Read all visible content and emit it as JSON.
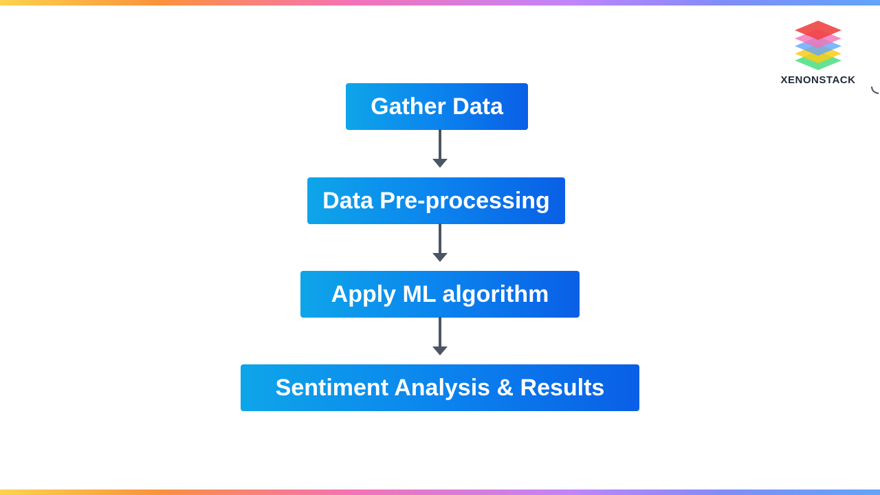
{
  "brand": {
    "name": "XENONSTACK",
    "logo_icon": "layered-stack-icon"
  },
  "flow": {
    "steps": [
      {
        "label": "Gather Data"
      },
      {
        "label": "Data Pre-processing"
      },
      {
        "label": "Apply ML algorithm"
      },
      {
        "label": "Sentiment Analysis & Results"
      }
    ],
    "connector_icon": "down-arrow-icon"
  },
  "colors": {
    "box_gradient_start": "#0ea5e9",
    "box_gradient_end": "#0a5fe6",
    "box_text": "#ffffff",
    "arrow": "#4b5563",
    "logo_text": "#1f2937"
  }
}
